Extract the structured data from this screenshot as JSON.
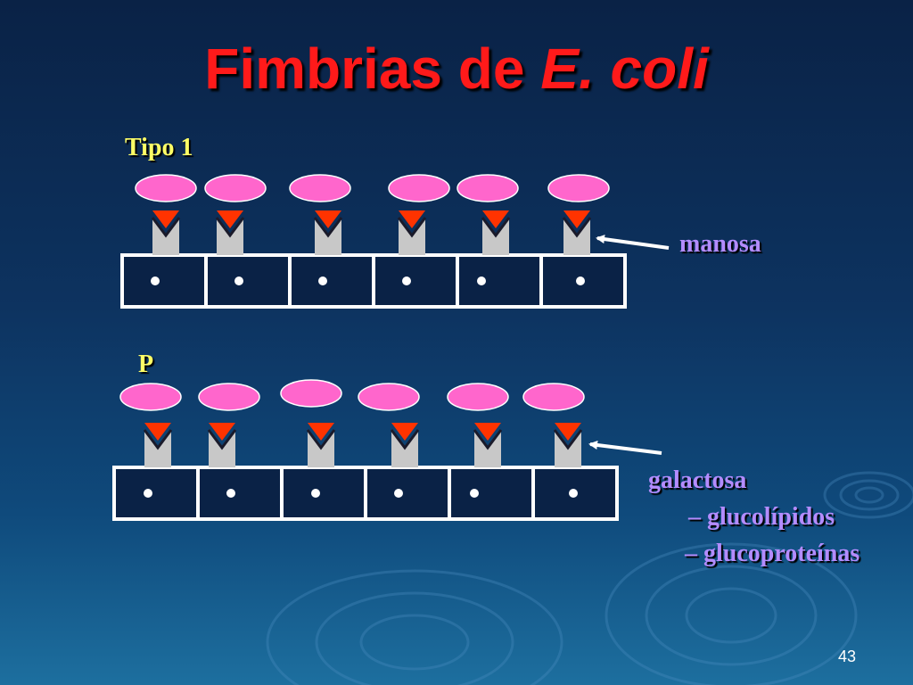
{
  "slide": {
    "title_main": "Fimbrias de ",
    "title_italic": "E. coli",
    "page_number": "43"
  },
  "type1": {
    "label": "Tipo 1",
    "receptor_label": "manosa"
  },
  "p": {
    "label": "P",
    "receptor_label": "galactosa",
    "sub_items": [
      "– glucolípidos",
      "– glucoproteínas"
    ]
  },
  "colors": {
    "adhesin": "#ff66cc",
    "fimbria_tip": "#ff3300",
    "receptor": "#c8c8c8",
    "cell_border": "#ffffff",
    "cell_fill": "#0a2246",
    "title": "#ff1a1a",
    "label": "#ffff66",
    "receptor_text": "#b48cff"
  }
}
